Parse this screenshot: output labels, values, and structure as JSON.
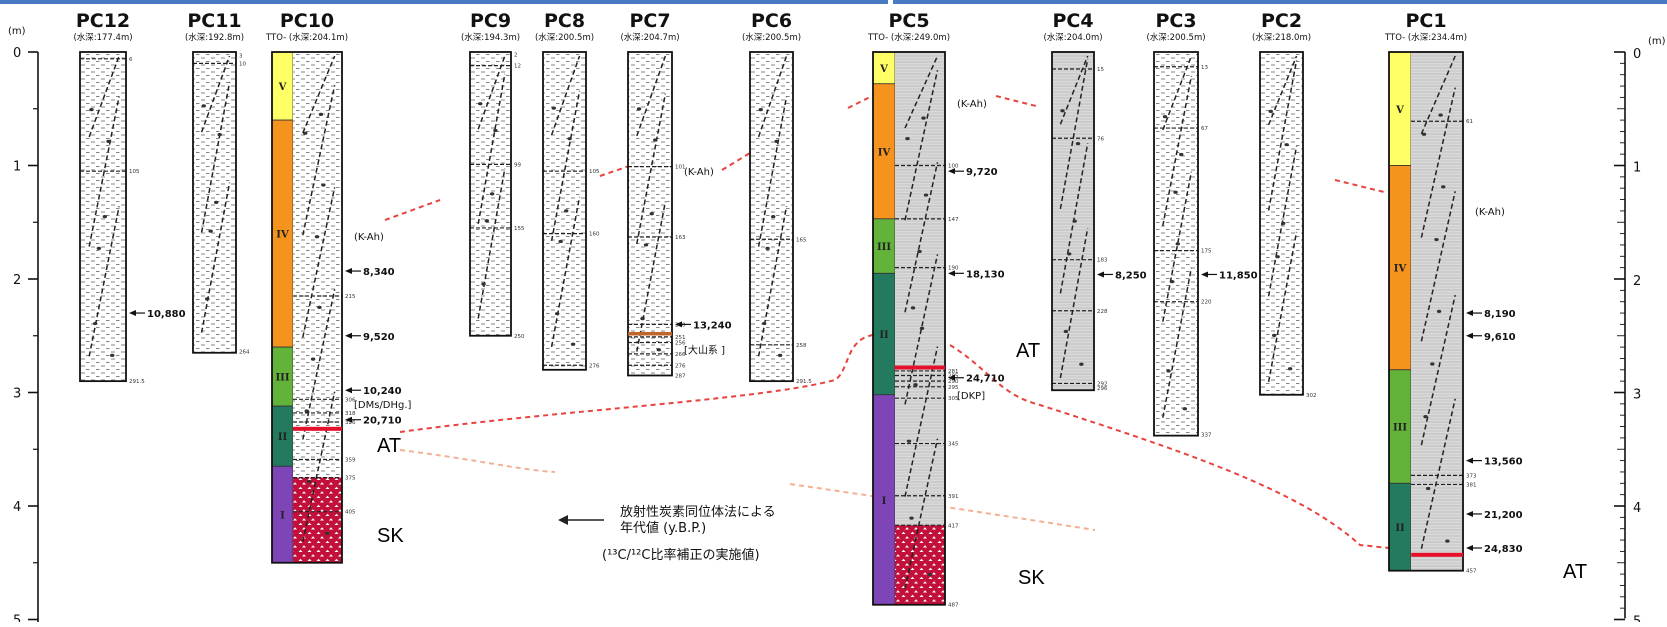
{
  "axis": {
    "unit": "(m)",
    "ticks": [
      "0",
      "1",
      "2",
      "3",
      "4",
      "5"
    ]
  },
  "cores": [
    {
      "id": "PC12",
      "depth_text": "(水深:177.4m)",
      "length": 2.9,
      "samples": [
        "6",
        "105",
        "291.5"
      ],
      "ages": [
        {
          "text": "10,880",
          "at": 2.3
        }
      ]
    },
    {
      "id": "PC11",
      "depth_text": "(水深:192.8m)",
      "length": 2.65,
      "samples": [
        "3",
        "10",
        "264"
      ],
      "ages": []
    },
    {
      "id": "PC10",
      "depth_text": "TTO- (水深:204.1m)",
      "length": 4.5,
      "samples": [
        "215",
        "306",
        "318",
        "326",
        "359",
        "375",
        "405"
      ],
      "units": [
        {
          "label": "V",
          "from": 0,
          "to": 0.6,
          "color": "#ffff66"
        },
        {
          "label": "IV",
          "from": 0.6,
          "to": 2.6,
          "color": "#f5931f"
        },
        {
          "label": "III",
          "from": 2.6,
          "to": 3.12,
          "color": "#63b33a"
        },
        {
          "label": "II",
          "from": 3.12,
          "to": 3.65,
          "color": "#237a5e"
        },
        {
          "label": "I",
          "from": 3.65,
          "to": 4.5,
          "color": "#7e45b7"
        }
      ],
      "ages": [
        {
          "text": "8,340",
          "at": 1.93
        },
        {
          "text": "9,520",
          "at": 2.5
        },
        {
          "text": "10,240",
          "at": 2.98
        },
        {
          "text": "20,710",
          "at": 3.24
        }
      ],
      "tags": [
        {
          "text": "(K-Ah)",
          "at": 1.62
        },
        {
          "text": "[DMs/DHg.]",
          "at": 3.1
        }
      ]
    },
    {
      "id": "PC9",
      "depth_text": "(水深:194.3m)",
      "length": 2.5,
      "samples": [
        "2",
        "12",
        "99",
        "155",
        "250"
      ],
      "ages": []
    },
    {
      "id": "PC8",
      "depth_text": "(水深:200.5m)",
      "length": 2.8,
      "samples": [
        "105",
        "160",
        "276"
      ],
      "ages": []
    },
    {
      "id": "PC7",
      "depth_text": "(水深:204.7m)",
      "length": 2.85,
      "samples": [
        "101",
        "163",
        "240",
        "251",
        "256",
        "266",
        "276",
        "287"
      ],
      "ages": [
        {
          "text": "13,240",
          "at": 2.4
        }
      ],
      "tags": [
        {
          "text": "(K-Ah)",
          "at": 1.05
        },
        {
          "text": "[大山系 ]",
          "at": 2.62
        }
      ]
    },
    {
      "id": "PC6",
      "depth_text": "(水深:200.5m)",
      "length": 2.9,
      "samples": [
        "165",
        "258",
        "291.5"
      ],
      "ages": []
    },
    {
      "id": "PC5",
      "depth_text": "TTO- (水深:249.0m)",
      "length": 4.87,
      "samples": [
        "100",
        "147",
        "190",
        "281",
        "285",
        "290",
        "295",
        "305",
        "345",
        "391",
        "417",
        "487"
      ],
      "units": [
        {
          "label": "V",
          "from": 0,
          "to": 0.28,
          "color": "#ffff66"
        },
        {
          "label": "IV",
          "from": 0.28,
          "to": 1.47,
          "color": "#f5931f"
        },
        {
          "label": "III",
          "from": 1.47,
          "to": 1.95,
          "color": "#63b33a"
        },
        {
          "label": "II",
          "from": 1.95,
          "to": 3.02,
          "color": "#237a5e"
        },
        {
          "label": "I",
          "from": 3.02,
          "to": 4.87,
          "color": "#7e45b7"
        }
      ],
      "ages": [
        {
          "text": "9,720",
          "at": 1.05
        },
        {
          "text": "18,130",
          "at": 1.95
        },
        {
          "text": "24,710",
          "at": 2.87
        }
      ],
      "tags": [
        {
          "text": "(K-Ah)",
          "at": 0.45
        },
        {
          "text": "[DKP]",
          "at": 3.02
        }
      ]
    },
    {
      "id": "PC4",
      "depth_text": "(水深:204.0m)",
      "length": 2.98,
      "samples": [
        "15",
        "76",
        "183",
        "228",
        "292",
        "296"
      ],
      "ages": [
        {
          "text": "8,250",
          "at": 1.96
        }
      ]
    },
    {
      "id": "PC3",
      "depth_text": "(水深:200.5m)",
      "length": 3.38,
      "samples": [
        "13",
        "67",
        "175",
        "220",
        "337"
      ],
      "ages": [
        {
          "text": "11,850",
          "at": 1.96
        }
      ]
    },
    {
      "id": "PC2",
      "depth_text": "(水深:218.0m)",
      "length": 3.02,
      "samples": [
        "302"
      ],
      "ages": []
    },
    {
      "id": "PC1",
      "depth_text": "TTO- (水深:234.4m)",
      "length": 4.57,
      "samples": [
        "61",
        "373",
        "381",
        "457"
      ],
      "units": [
        {
          "label": "V",
          "from": 0,
          "to": 1.0,
          "color": "#ffff66"
        },
        {
          "label": "IV",
          "from": 1.0,
          "to": 2.8,
          "color": "#f5931f"
        },
        {
          "label": "III",
          "from": 2.8,
          "to": 3.8,
          "color": "#63b33a"
        },
        {
          "label": "II",
          "from": 3.8,
          "to": 4.57,
          "color": "#237a5e"
        }
      ],
      "ages": [
        {
          "text": "8,190",
          "at": 2.3
        },
        {
          "text": "9,610",
          "at": 2.5
        },
        {
          "text": "13,560",
          "at": 3.6
        },
        {
          "text": "21,200",
          "at": 4.07
        },
        {
          "text": "24,830",
          "at": 4.37
        }
      ],
      "tags": [
        {
          "text": "(K-Ah)",
          "at": 1.4
        }
      ]
    }
  ],
  "annotations": {
    "at": "AT",
    "sk": "SK",
    "arrow_text": "←",
    "legend_line1": "放射性炭素同位体法による",
    "legend_line2": "年代値 (y.B.P.)",
    "legend_line3": "(¹³C/¹²C比率補正の実施値)"
  },
  "colors": {
    "correlation": "#e8433f",
    "correlation_light": "#f4b095",
    "unit_V": "#ffff66",
    "unit_IV": "#f5931f",
    "unit_III": "#63b33a",
    "unit_II": "#237a5e",
    "unit_I": "#7e45b7",
    "sk": "#c2103a"
  }
}
